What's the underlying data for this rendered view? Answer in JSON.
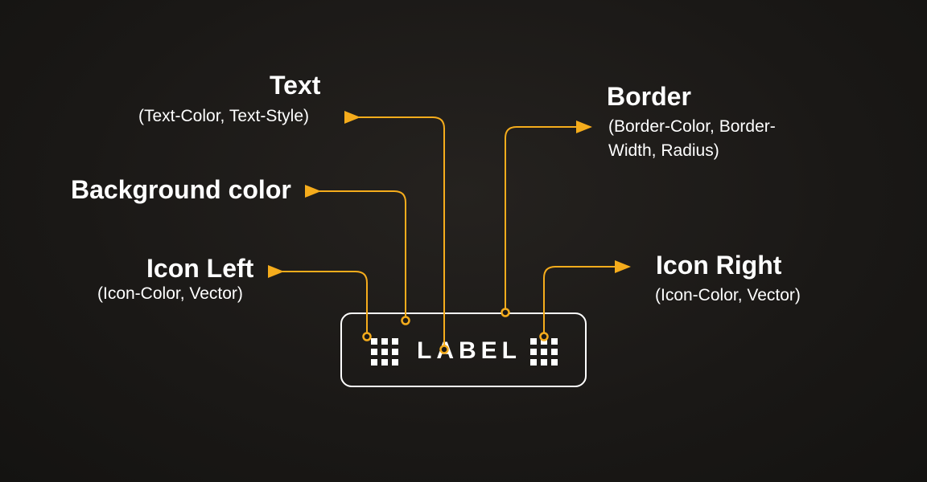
{
  "colors": {
    "accent": "#F5AC1C",
    "background": "#1c1a17",
    "foreground": "#ffffff"
  },
  "button": {
    "label": "LABEL",
    "icon_left": "grid-icon",
    "icon_right": "grid-icon"
  },
  "annotations": {
    "text": {
      "title": "Text",
      "subtitle": "(Text-Color, Text-Style)"
    },
    "background": {
      "title": "Background color"
    },
    "icon_left": {
      "title": "Icon Left",
      "subtitle": "(Icon-Color, Vector)"
    },
    "border": {
      "title": "Border",
      "subtitle_line1": "(Border-Color, Border-",
      "subtitle_line2": "Width, Radius)"
    },
    "icon_right": {
      "title": "Icon Right",
      "subtitle": "(Icon-Color, Vector)"
    }
  }
}
